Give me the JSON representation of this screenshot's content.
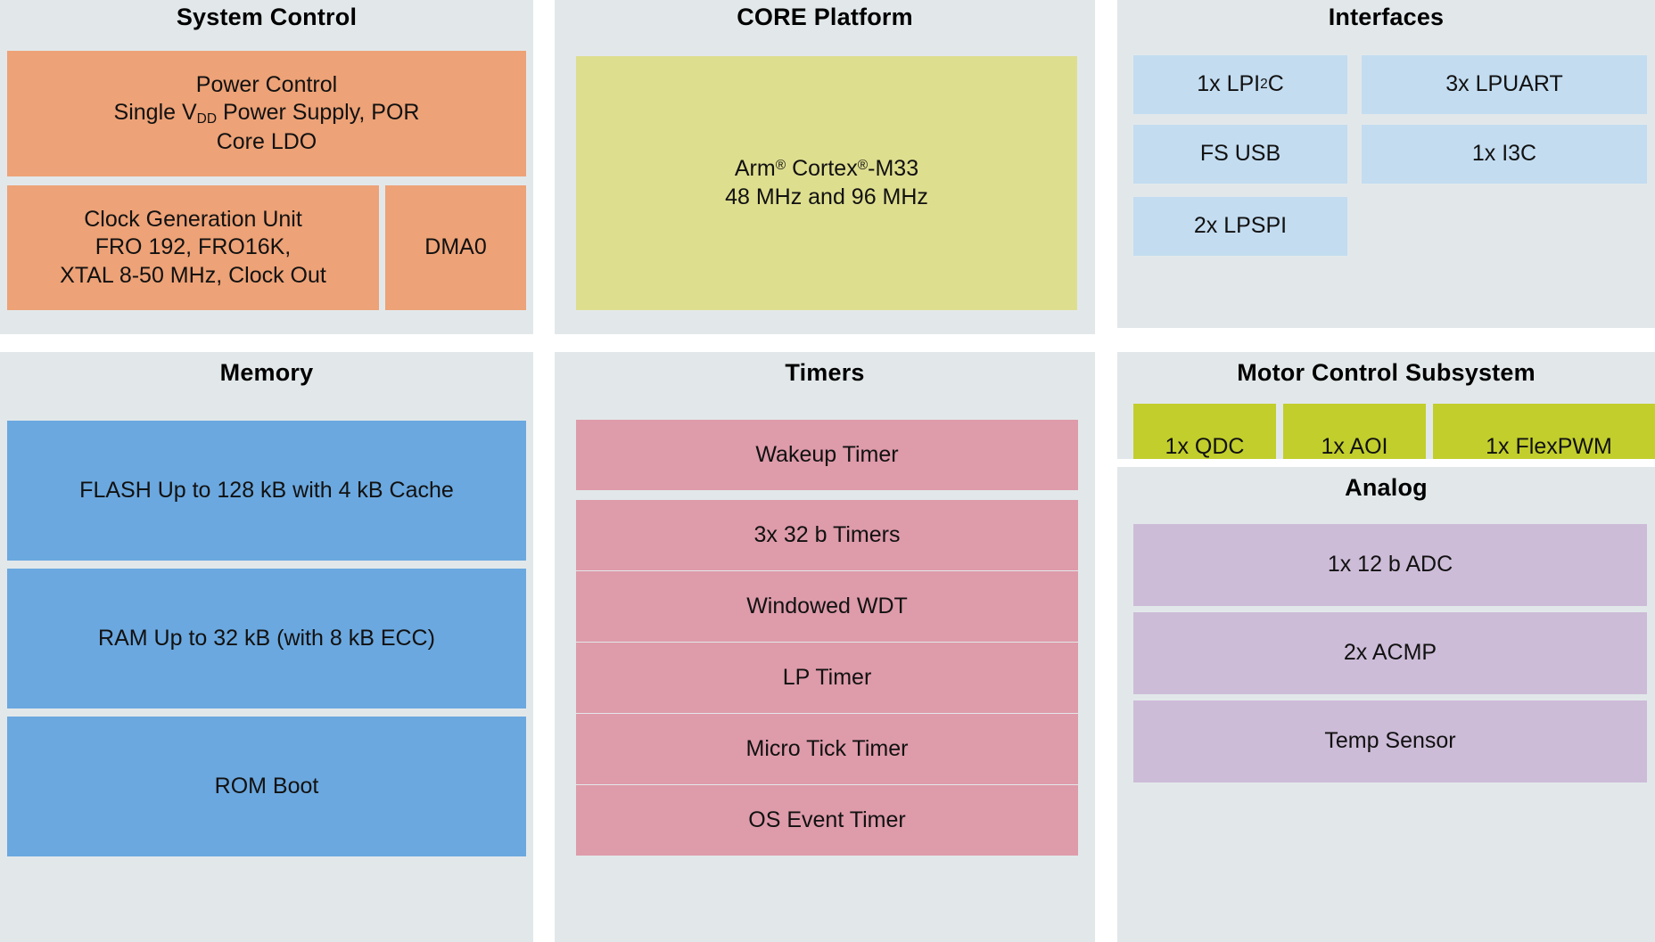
{
  "panels": {
    "system_control": {
      "title": "System Control",
      "color": "#eda277",
      "blocks": {
        "power_control": {
          "line1": "Power Control",
          "line2_pre": "Single V",
          "line2_sub": "DD",
          "line2_post": " Power Supply, POR",
          "line3": "Core LDO"
        },
        "clock_generation": {
          "line1": "Clock Generation Unit",
          "line2": "FRO 192, FRO16K,",
          "line3": "XTAL 8-50 MHz, Clock Out"
        },
        "dma": {
          "label": "DMA0"
        }
      }
    },
    "core_platform": {
      "title": "CORE Platform",
      "color": "#dede8f",
      "cpu": {
        "line1_pre": "Arm",
        "line1_sup1": "®",
        "line1_mid": " Cortex",
        "line1_sup2": "®",
        "line1_post": "-M33",
        "line2": "48 MHz and 96 MHz"
      }
    },
    "interfaces": {
      "title": "Interfaces",
      "color": "#c3dcf0",
      "blocks": [
        {
          "pre": "1x LPI",
          "sup": "2",
          "post": "C"
        },
        {
          "label": "3x LPUART"
        },
        {
          "label": "FS USB"
        },
        {
          "label": "1x I3C"
        },
        {
          "label": "2x LPSPI"
        }
      ]
    },
    "memory": {
      "title": "Memory",
      "color": "#6ba8df",
      "blocks": [
        {
          "label": "FLASH Up to 128 kB with 4 kB Cache"
        },
        {
          "label": "RAM Up to 32 kB (with 8 kB ECC)"
        },
        {
          "label": "ROM Boot"
        }
      ]
    },
    "timers": {
      "title": "Timers",
      "color": "#de9baa",
      "blocks": [
        {
          "label": "Wakeup Timer"
        },
        {
          "label": "3x 32 b Timers"
        },
        {
          "label": "Windowed WDT"
        },
        {
          "label": "LP Timer"
        },
        {
          "label": "Micro Tick Timer"
        },
        {
          "label": "OS Event Timer"
        }
      ]
    },
    "motor_control": {
      "title": "Motor Control Subsystem",
      "color": "#c2ce2c",
      "blocks": [
        {
          "label": "1x QDC"
        },
        {
          "label": "1x AOI"
        },
        {
          "label": "1x FlexPWM"
        }
      ]
    },
    "analog": {
      "title": "Analog",
      "color": "#cdbcd8",
      "blocks": [
        {
          "label": "1x 12 b ADC"
        },
        {
          "label": "2x ACMP"
        },
        {
          "label": "Temp Sensor"
        }
      ]
    }
  },
  "theme": {
    "panel_background": "#e2e8ea",
    "page_background": "#ffffff",
    "text_color": "#111111"
  }
}
